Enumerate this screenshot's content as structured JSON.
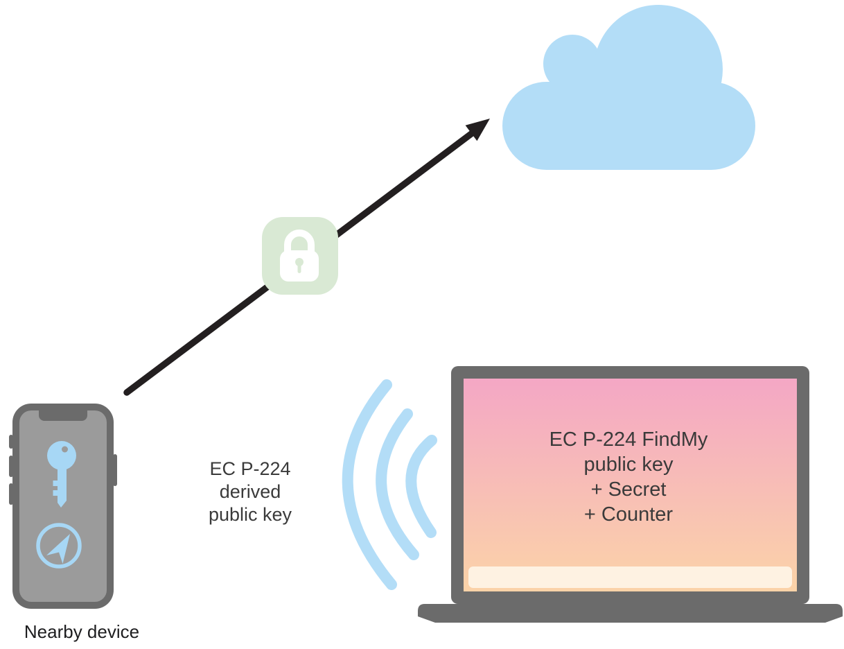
{
  "diagram": {
    "phone": {
      "label": "Nearby device",
      "icons": [
        {
          "name": "key-icon"
        },
        {
          "name": "location-arrow-icon"
        }
      ]
    },
    "broadcast": {
      "label_lines": [
        "EC P-224",
        "derived",
        "public key"
      ],
      "waves_icon": "broadcast-waves-icon"
    },
    "laptop": {
      "screen_lines": [
        "EC P-224 FindMy",
        "public key",
        "+ Secret",
        "+ Counter"
      ]
    },
    "upload": {
      "arrow_icon": "upload-arrow",
      "lock_icon": "lock-icon",
      "cloud_icon": "cloud-icon"
    },
    "colors": {
      "accent_blue": "#B3DDF7",
      "phone_icon_blue": "#A7D7F5",
      "lock_badge_green": "#D9E9D4",
      "device_gray": "#6B6B6B",
      "phone_screen_gray": "#9B9B9B",
      "arrow_black": "#231F20",
      "label_text": "#1D1D1F",
      "screen_text": "#3A3A3A",
      "screen_gradient_top": "#F4A7C5",
      "screen_gradient_bottom": "#FBD3A8",
      "screen_band_cream": "#FEF2E2"
    }
  }
}
